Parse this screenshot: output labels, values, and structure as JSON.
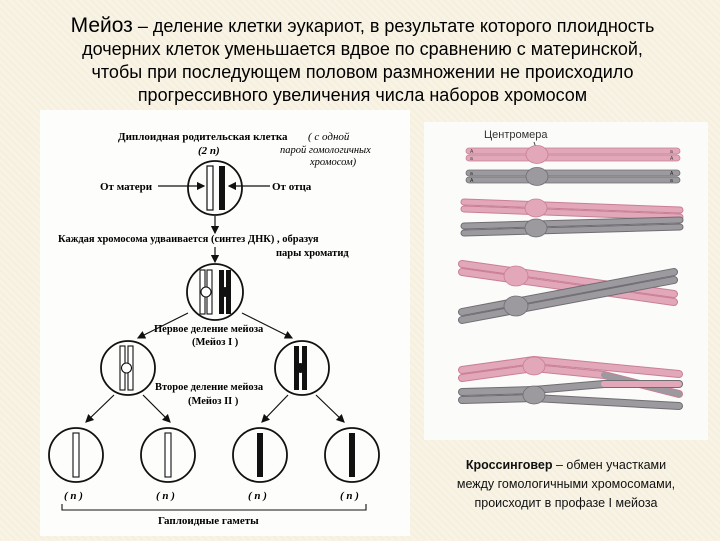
{
  "header": {
    "title_word": "Мейоз",
    "line1_rest": " – деление клетки эукариот, в результате которого плоидность",
    "line2": "дочерних клеток уменьшается вдвое по сравнению с материнской,",
    "line3": "чтобы при последующем половом размножении не происходило",
    "line4": "прогрессивного увеличения числа наборов хромосом"
  },
  "scheme": {
    "diploid_label": "Диплоидная родительская клетка",
    "one_pair_paren": "( с одной",
    "one_pair_line2": "парой гомологичных",
    "one_pair_line3": "хромосом)",
    "two_n": "(2 n)",
    "from_mother": "От матери",
    "from_father": "От отца",
    "duplication_text": "Каждая хромосома удваивается (синтез ДНК) , образуя",
    "chromatid_pairs": "пары хроматид",
    "first_division": "Первое деление мейоза",
    "meiosis_one": "(Мейоз I )",
    "second_division": "Второе деление мейоза",
    "meiosis_two": "(Мейоз II )",
    "n_label": "( n )",
    "gametes_label": "Гаплоидные гаметы"
  },
  "crossing": {
    "centromere_label": "Центромера",
    "chromatid_marks": [
      "A",
      "a",
      "a",
      "A",
      "a",
      "A",
      "A",
      "a"
    ]
  },
  "caption": {
    "term": "Кроссинговер",
    "definition": " – обмен участками",
    "line2": "между гомологичными хромосомами,",
    "line3": "происходит в профазе I мейоза"
  },
  "colors": {
    "pink": "#e2a7b8",
    "pink_dark": "#c97f96",
    "gray": "#9c9a9e",
    "gray_dark": "#6f6d72"
  }
}
